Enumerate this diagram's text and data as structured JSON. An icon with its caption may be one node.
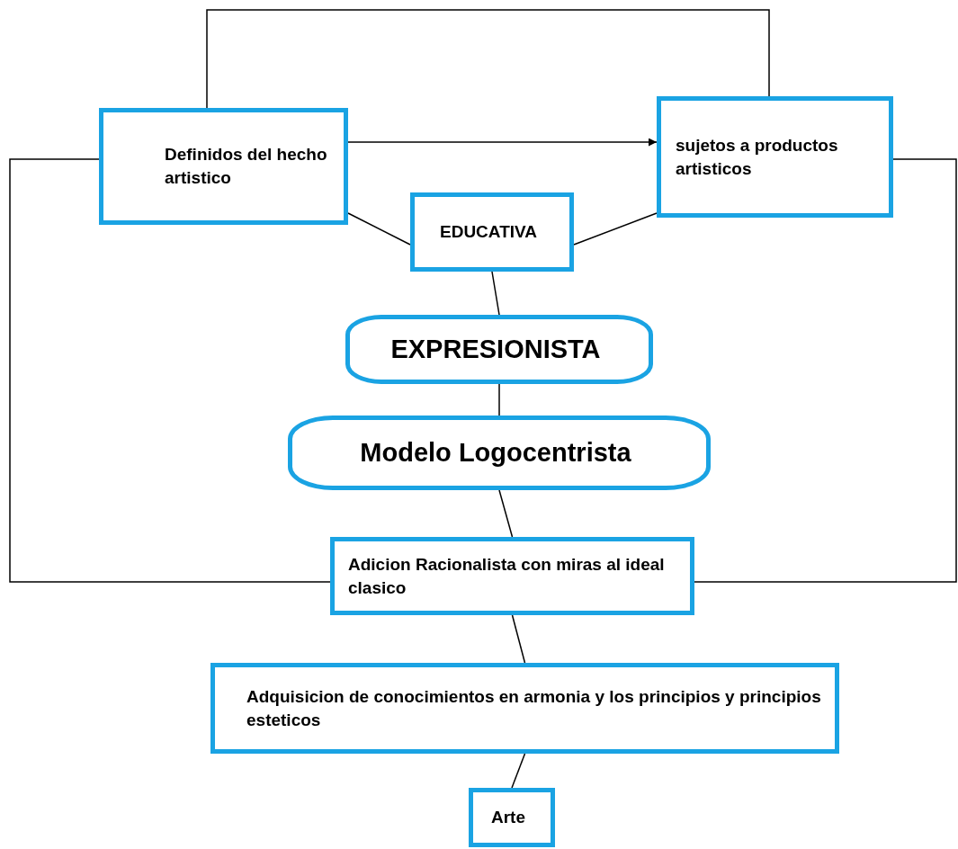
{
  "diagram": {
    "nodes": [
      {
        "text": [
          "Definidos del hecho artistico"
        ]
      },
      {
        "text": [
          "sujetos a productos artisticos"
        ]
      },
      {
        "text": [
          "EDUCATIVA"
        ]
      },
      {
        "text": [
          "EXPRESIONISTA"
        ]
      },
      {
        "text": [
          "Modelo Logocentrista"
        ]
      },
      {
        "text": [
          "Adicion Racionalista con miras al ideal clasico"
        ]
      },
      {
        "text": [
          "Adquisicion de conocimientos en armonia y los principios y principios esteticos"
        ]
      },
      {
        "text": [
          "Arte"
        ]
      }
    ],
    "edges": [
      {
        "from": 0,
        "to": 1,
        "arrow": "none"
      },
      {
        "from": 0,
        "to": 1,
        "arrow": "to"
      },
      {
        "from": 0,
        "to": 2,
        "arrow": "none"
      },
      {
        "from": 2,
        "to": 1,
        "arrow": "none"
      },
      {
        "from": 2,
        "to": 3,
        "arrow": "none"
      },
      {
        "from": 3,
        "to": 4,
        "arrow": "none"
      },
      {
        "from": 4,
        "to": 5,
        "arrow": "none"
      },
      {
        "from": 5,
        "to": 6,
        "arrow": "none"
      },
      {
        "from": 6,
        "to": 7,
        "arrow": "none"
      },
      {
        "from": 0,
        "to": 5,
        "arrow": "none"
      },
      {
        "from": 1,
        "to": 5,
        "arrow": "none"
      }
    ]
  }
}
